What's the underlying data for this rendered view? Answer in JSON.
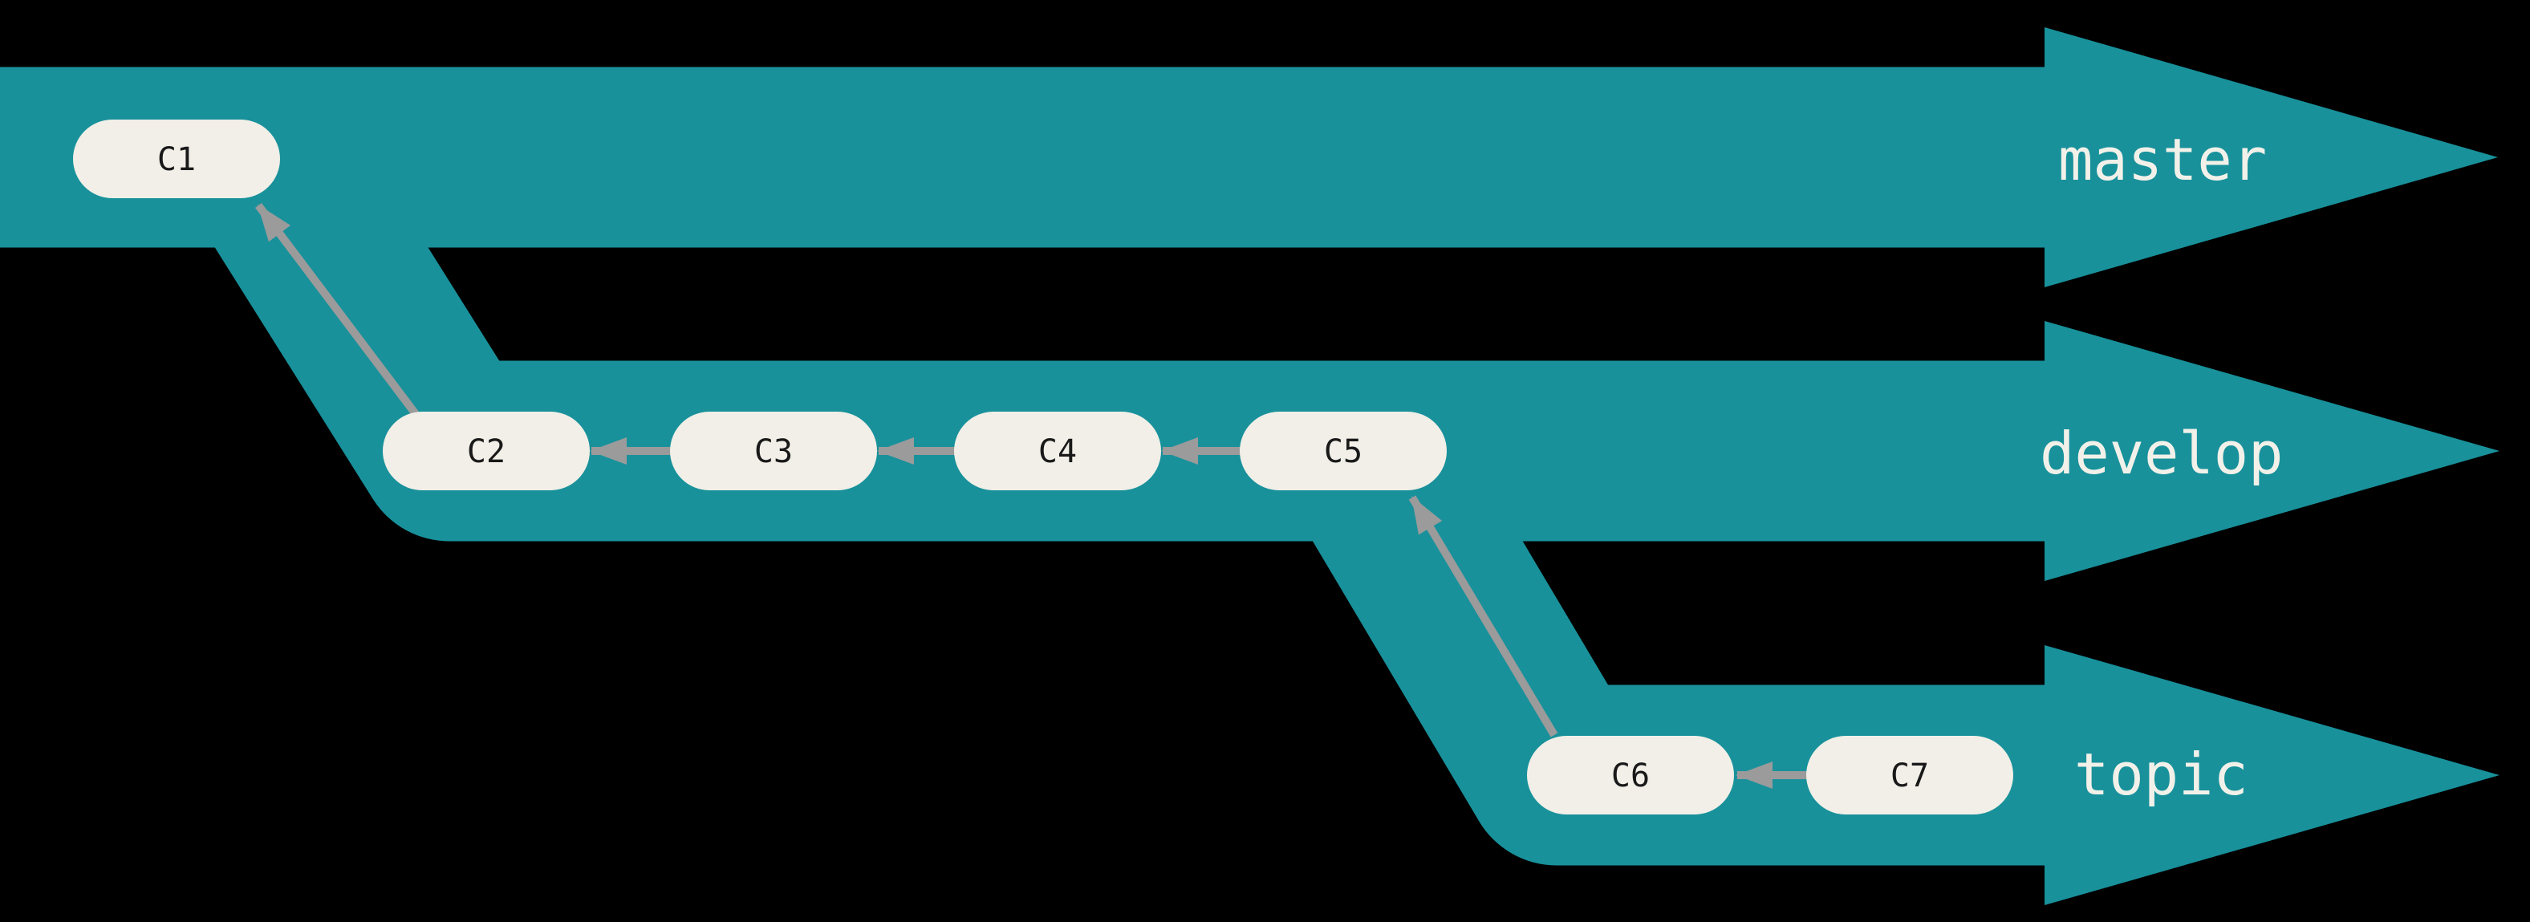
{
  "diagram": {
    "title": "git branching diagram",
    "background": "#000000",
    "colors": {
      "lane": "#18919B",
      "node_fill": "#F1EFE7",
      "node_text": "#191919",
      "edge": "#9B9B9B",
      "label_text": "#F2F1E9"
    },
    "branches": [
      {
        "name": "master",
        "label": "master",
        "commits": [
          "C1"
        ]
      },
      {
        "name": "develop",
        "label": "develop",
        "commits": [
          "C2",
          "C3",
          "C4",
          "C5"
        ]
      },
      {
        "name": "topic",
        "label": "topic",
        "commits": [
          "C6",
          "C7"
        ]
      }
    ],
    "nodes": [
      {
        "id": "C1",
        "label": "C1",
        "branch": "master"
      },
      {
        "id": "C2",
        "label": "C2",
        "branch": "develop"
      },
      {
        "id": "C3",
        "label": "C3",
        "branch": "develop"
      },
      {
        "id": "C4",
        "label": "C4",
        "branch": "develop"
      },
      {
        "id": "C5",
        "label": "C5",
        "branch": "develop"
      },
      {
        "id": "C6",
        "label": "C6",
        "branch": "topic"
      },
      {
        "id": "C7",
        "label": "C7",
        "branch": "topic"
      }
    ],
    "edges": [
      {
        "from": "C2",
        "to": "C1"
      },
      {
        "from": "C3",
        "to": "C2"
      },
      {
        "from": "C4",
        "to": "C3"
      },
      {
        "from": "C5",
        "to": "C4"
      },
      {
        "from": "C6",
        "to": "C5"
      },
      {
        "from": "C7",
        "to": "C6"
      }
    ]
  }
}
